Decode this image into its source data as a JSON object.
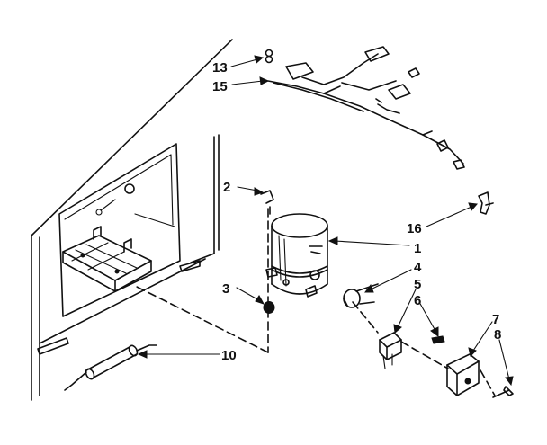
{
  "diagram": {
    "callouts": {
      "c1": "1",
      "c2": "2",
      "c3": "3",
      "c4": "4",
      "c5": "5",
      "c6": "6",
      "c7": "7",
      "c8": "8",
      "c10": "10",
      "c13": "13",
      "c15": "15",
      "c16": "16"
    }
  }
}
